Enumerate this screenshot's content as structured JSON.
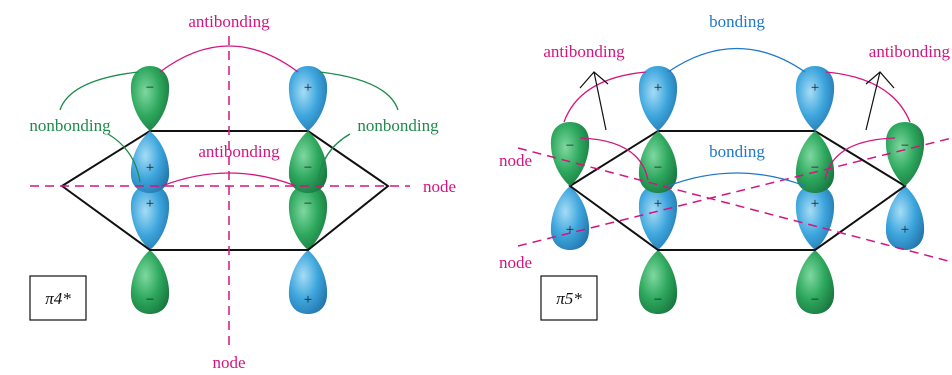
{
  "colors": {
    "green": "#2d9e5a",
    "blue": "#3fa3d9",
    "magenta": "#d4157f",
    "bond_blue": "#1f78c8",
    "nonbond_green": "#1f8a4c"
  },
  "icons": {
    "positive_lobe": "blue-lobe",
    "negative_lobe": "green-lobe"
  },
  "left_panel": {
    "box_label": "π4*",
    "top_label": "antibonding",
    "left_nonbonding": "nonbonding",
    "right_nonbonding": "nonbonding",
    "inner_label": "antibonding",
    "node_right": "node",
    "node_bottom": "node",
    "signs": {
      "top_left": "−",
      "top_right": "+",
      "upper_left": "+",
      "upper_right": "−",
      "lower_left": "+",
      "lower_right": "−",
      "bottom_left": "−",
      "bottom_right": "+"
    }
  },
  "right_panel": {
    "box_label": "π5*",
    "top_label": "bonding",
    "inner_label": "bonding",
    "left_antibonding": "antibonding",
    "right_antibonding": "antibonding",
    "node_upper": "node",
    "node_lower": "node",
    "signs": {
      "top_left": "+",
      "top_right": "+",
      "upper_left": "−",
      "upper_right": "−",
      "lower_left": "+",
      "lower_right": "+",
      "bottom_left": "−",
      "bottom_right": "−",
      "side_left_top": "−",
      "side_left_bottom": "+",
      "side_right_top": "−",
      "side_right_bottom": "+"
    }
  }
}
